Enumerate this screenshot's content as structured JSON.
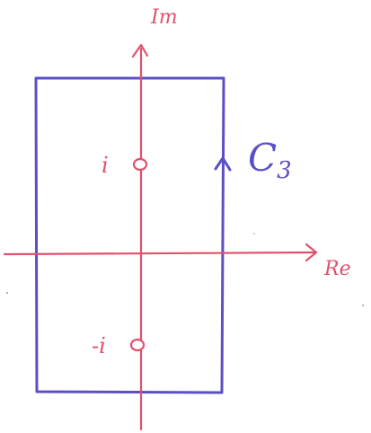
{
  "diagram": {
    "axis_labels": {
      "imaginary": "Im",
      "real": "Re"
    },
    "contour_label": {
      "letter": "C",
      "subscript": "3"
    },
    "poles": [
      {
        "label": "i"
      },
      {
        "label": "-i"
      }
    ],
    "colors": {
      "axes": "#e0516e",
      "contour": "#5b4fc4",
      "background": "#ffffff"
    }
  }
}
